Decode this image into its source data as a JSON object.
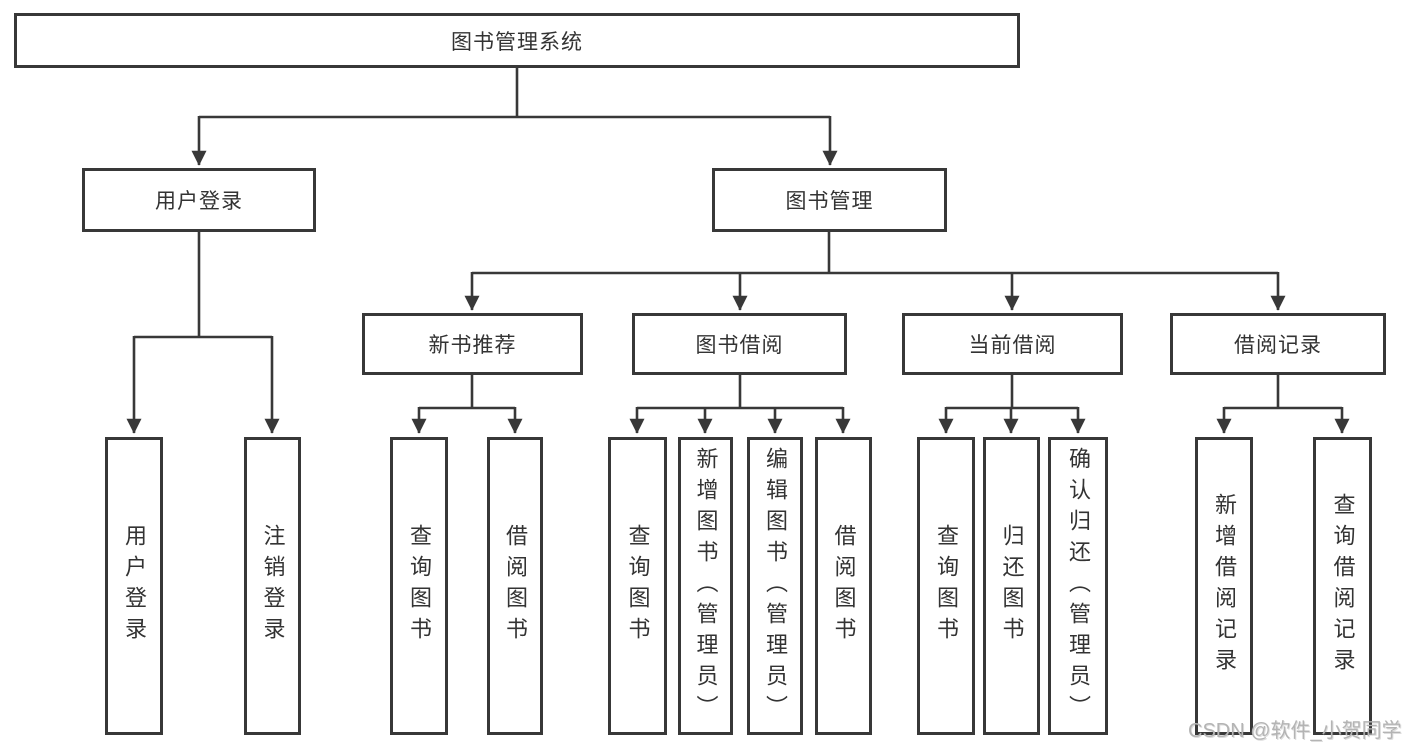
{
  "colors": {
    "line": "#383838",
    "box_border": "#383838",
    "text": "#333333",
    "watermark": "#b4b4b4",
    "background": "#ffffff"
  },
  "root": {
    "label": "图书管理系统"
  },
  "branches": [
    {
      "label": "用户登录",
      "children": [
        {
          "label": "用户登录"
        },
        {
          "label": "注销登录"
        }
      ]
    },
    {
      "label": "图书管理",
      "children": [
        {
          "label": "新书推荐",
          "children": [
            {
              "label": "查询图书"
            },
            {
              "label": "借阅图书"
            }
          ]
        },
        {
          "label": "图书借阅",
          "children": [
            {
              "label": "查询图书"
            },
            {
              "label": "新增图书（管理员）"
            },
            {
              "label": "编辑图书（管理员）"
            },
            {
              "label": "借阅图书"
            }
          ]
        },
        {
          "label": "当前借阅",
          "children": [
            {
              "label": "查询图书"
            },
            {
              "label": "归还图书"
            },
            {
              "label": "确认归还（管理员）"
            }
          ]
        },
        {
          "label": "借阅记录",
          "children": [
            {
              "label": "新增借阅记录"
            },
            {
              "label": "查询借阅记录"
            }
          ]
        }
      ]
    }
  ],
  "watermark": "CSDN @软件_小贺同学"
}
